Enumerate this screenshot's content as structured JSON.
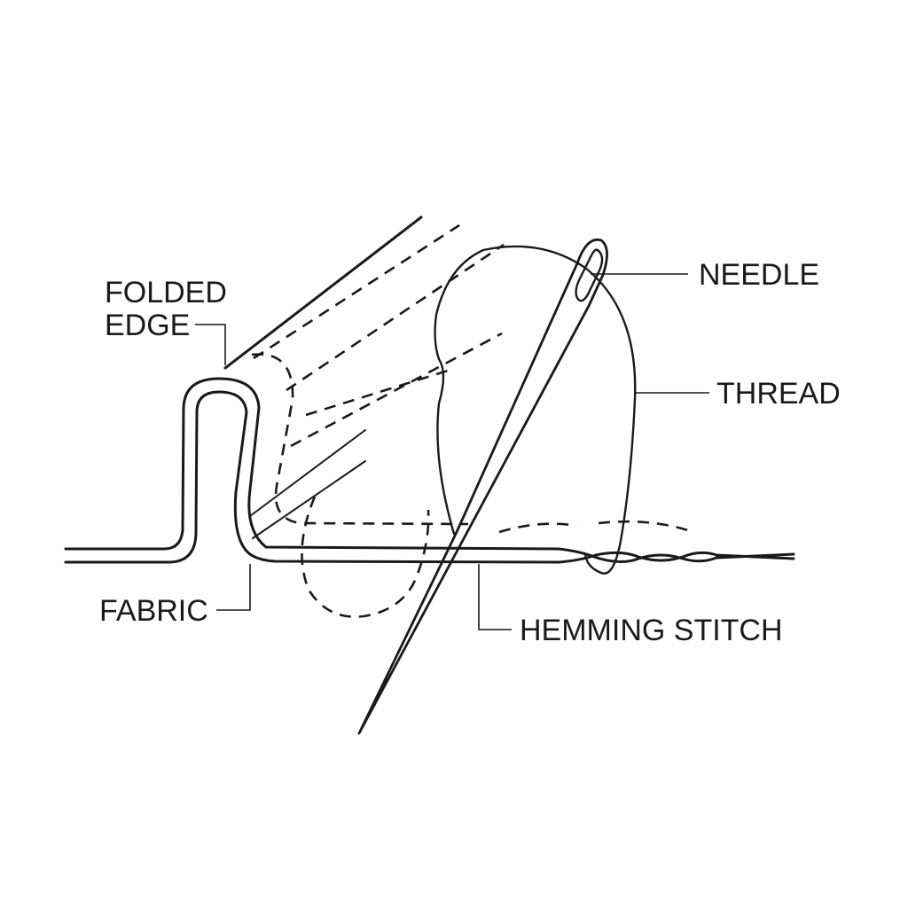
{
  "labels": {
    "folded_edge_line1": "FOLDED",
    "folded_edge_line2": "EDGE",
    "needle": "NEEDLE",
    "thread": "THREAD",
    "fabric": "FABRIC",
    "hemming_stitch": "HEMMING STITCH"
  },
  "colors": {
    "ink": "#1a1a1a",
    "background": "#ffffff"
  }
}
